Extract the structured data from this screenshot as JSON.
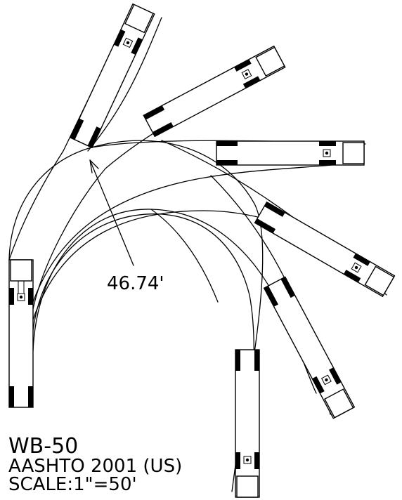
{
  "diagram": {
    "dimension_label": "46.74'",
    "vehicle_name": "WB-50",
    "standard": "AASHTO 2001 (US)",
    "scale": "SCALE:1\"=50'"
  }
}
